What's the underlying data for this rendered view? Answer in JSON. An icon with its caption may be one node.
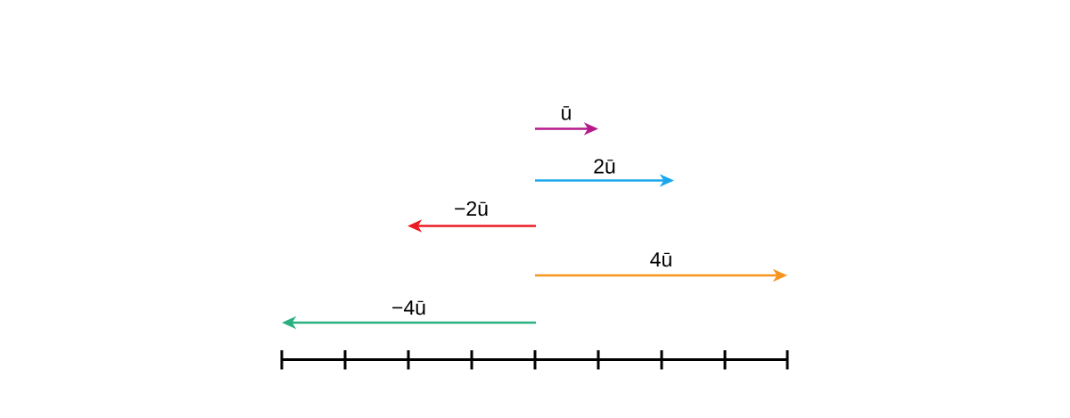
{
  "diagram": {
    "labels": [
      "ū",
      "2ū",
      "−2ū",
      "4ū",
      "−4ū"
    ]
  }
}
